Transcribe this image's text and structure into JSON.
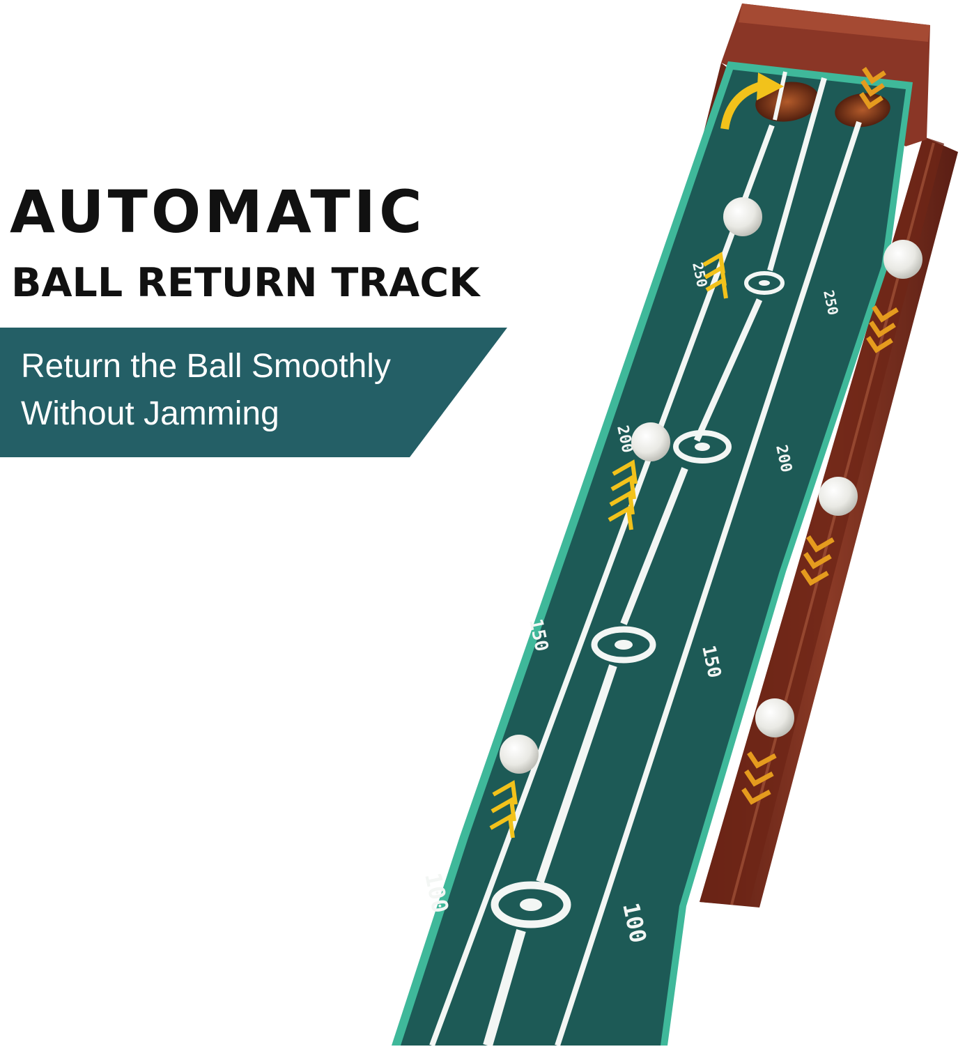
{
  "headline": {
    "line1": "AUTOMATIC",
    "line2": "BALL RETURN TRACK"
  },
  "banner": {
    "line1": "Return the Ball Smoothly",
    "line2": "Without Jamming"
  },
  "mat": {
    "distance_marks": [
      "250",
      "250",
      "200",
      "200",
      "150",
      "150",
      "100",
      "100"
    ]
  },
  "colors": {
    "banner": "#245f66",
    "mat_felt": "#1d5a56",
    "mat_border": "#3fb89a",
    "wood": "#7a2c1c",
    "arrow": "#f2c21b",
    "text": "#111111"
  }
}
